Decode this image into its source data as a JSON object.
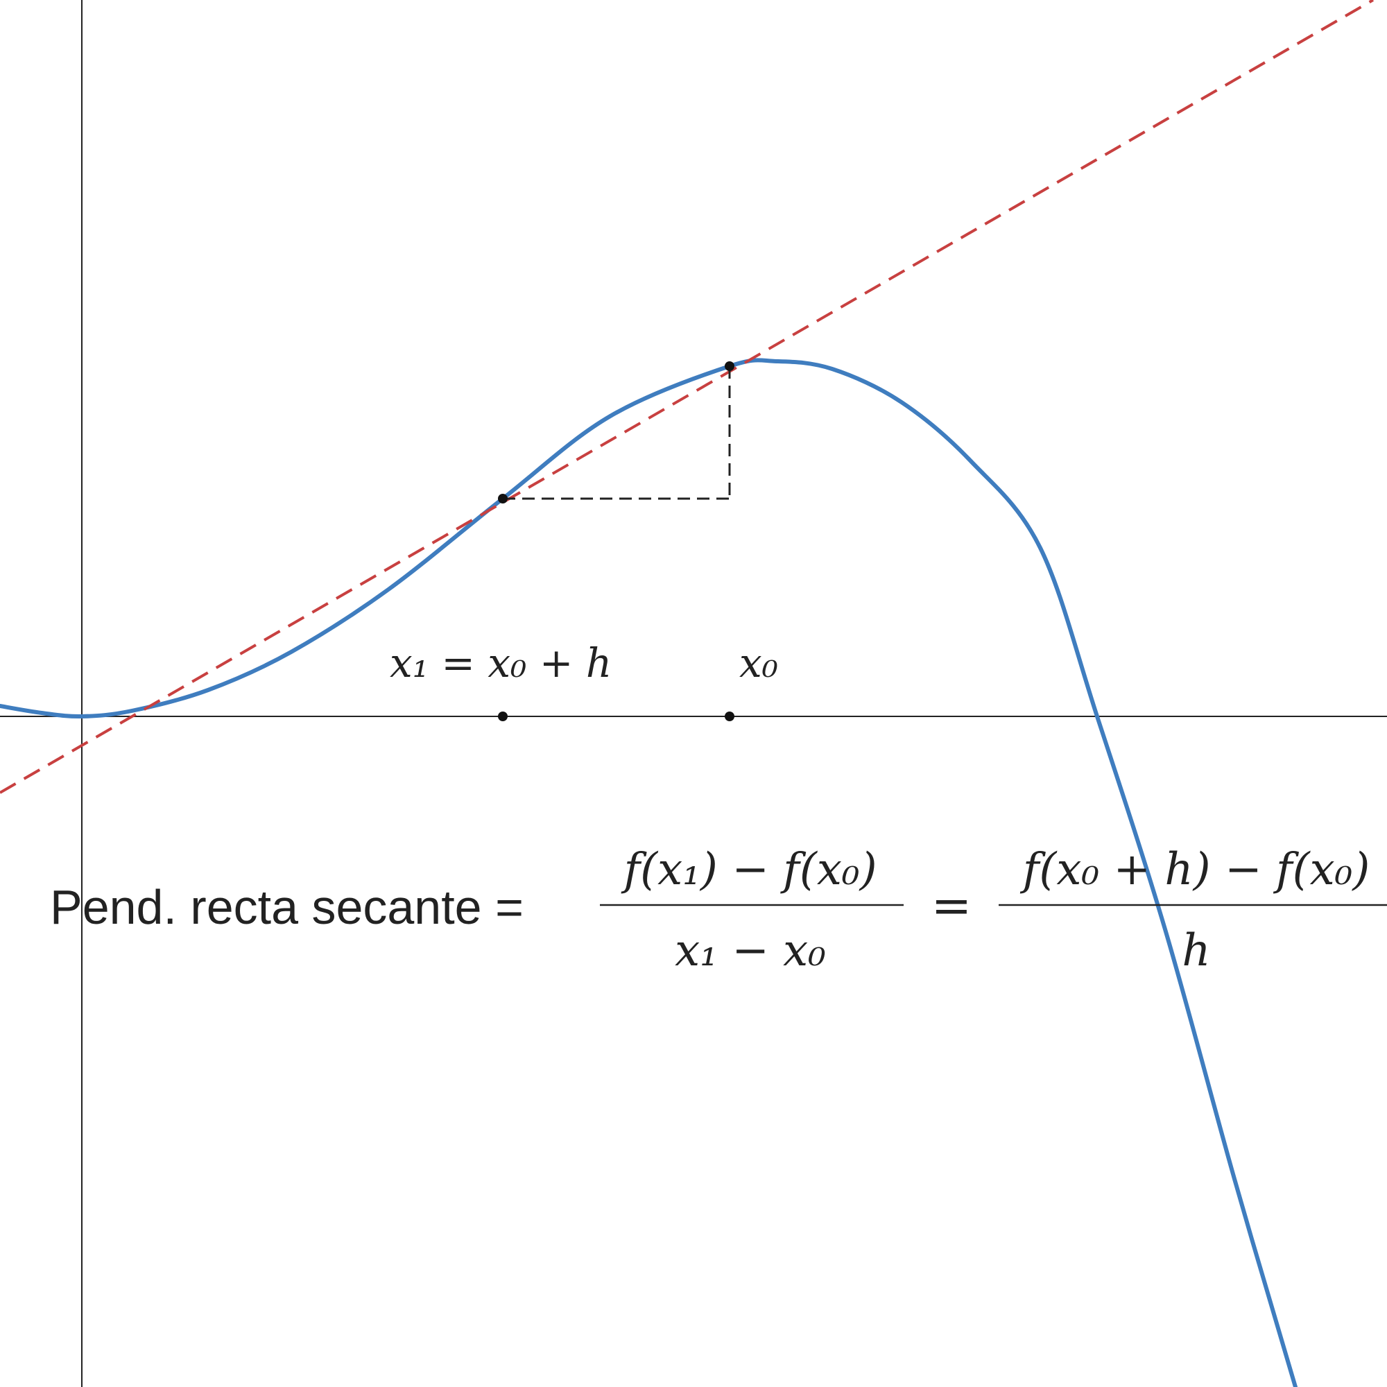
{
  "diagram": {
    "labels": {
      "x1_expression": "x₁ = x₀ + h",
      "x0_label": "x₀"
    },
    "formula": {
      "lead_text": "Pend. recta secante =",
      "frac1_numerator": "f(x₁) − f(x₀)",
      "frac1_denominator": "x₁ − x₀",
      "equals": "=",
      "frac2_numerator": "f(x₀ + h) − f(x₀)",
      "frac2_denominator": "h"
    },
    "colors": {
      "curve": "#3f7dbf",
      "secant": "#c84040",
      "axis": "#222222",
      "guides": "#222222",
      "points": "#111111"
    }
  }
}
